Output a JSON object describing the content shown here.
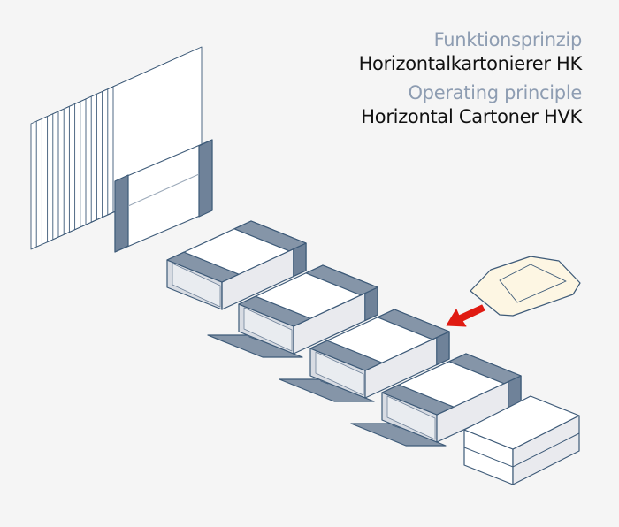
{
  "titles": {
    "de_heading": "Funktionsprinzip",
    "de_machine": "Horizontalkartonierer HK",
    "en_heading": "Operating principle",
    "en_machine": "Horizontal Cartoner HVK"
  },
  "colors": {
    "background": "#f5f5f5",
    "accent_grey": "#8595a8",
    "dark_grey": "#6f8299",
    "outline": "#3d5a78",
    "arrow": "#e01b12",
    "product": "#fdf6e3"
  }
}
